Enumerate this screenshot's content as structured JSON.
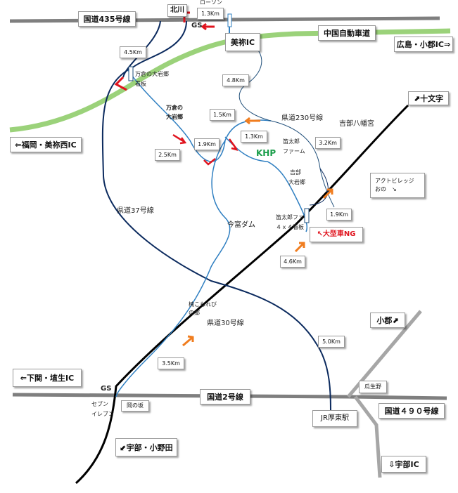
{
  "roads": {
    "r435": "国道435号線",
    "chugoku": "中国自動車道",
    "r2": "国道2号線",
    "r490": "国道４９０号線",
    "pref37": "県道37号線",
    "pref30": "県道30号線",
    "pref230": "県道230号線"
  },
  "directions": {
    "hiroshima": "広島・小郡IC⇒",
    "fukuoka": "⇐福岡・美祢西IC",
    "shimonoseki": "⇐下関・埴生IC",
    "ogori": "小郡⬈",
    "jumonji": "⬈十文字",
    "ube_onoda": "⬋宇部・小野田",
    "ube_ic": "⇩宇部IC"
  },
  "places": {
    "kitagawa": "北川",
    "lawson": "ローソン",
    "gs_top": "GS",
    "gs_bottom": "GS",
    "mine_ic": "美祢IC",
    "khp": "KHP",
    "yoshibe_hachimangu": "吉部八幡宮",
    "act_village_1": "アクトビレッジ",
    "act_village_2": "おの　↘",
    "imatomi_dam": "今富ダム",
    "hashikomorebi_1": "楠こもれび",
    "hashikomorebi_2": "の郷",
    "uriuno": "瓜生野",
    "jr_station": "JR厚東駅",
    "seven_1": "セブン",
    "seven_2": "イレブン",
    "okanosaka": "岡の坂",
    "fuetaro_farm_1": "笛太郎",
    "fuetaro_farm_2": "ファーム",
    "yoshibe_ogan_1": "吉部",
    "yoshibe_ogan_2": "大岩郷",
    "mankura_1": "万倉の",
    "mankura_2": "大岩郷",
    "mankura_sign_1": "万倉の大岩郷",
    "mankura_sign_2": "看板",
    "fuetaro_sign_1": "笛太郎ファ",
    "fuetaro_sign_2": "４ｘ４看板",
    "large_vehicle": "↖大型車NG"
  },
  "distances": {
    "d1": "1.3Km",
    "d2": "4.5Km",
    "d3": "4.8Km",
    "d4": "1.5Km",
    "d5": "1.3Km",
    "d6": "1.9Km",
    "d7": "2.5Km",
    "d8": "3.2Km",
    "d9": "1.9Km",
    "d10": "4.6Km",
    "d11": "5.0Km",
    "d12": "3.5Km"
  },
  "colors": {
    "grey_road": "#7f7f7f",
    "highway": "#9bd27a",
    "black_road": "#000000",
    "navy_road": "#0b2a5e",
    "blue_road": "#2f7fc1",
    "red_arrow": "#e0141e",
    "orange_arrow": "#f07d1f"
  }
}
